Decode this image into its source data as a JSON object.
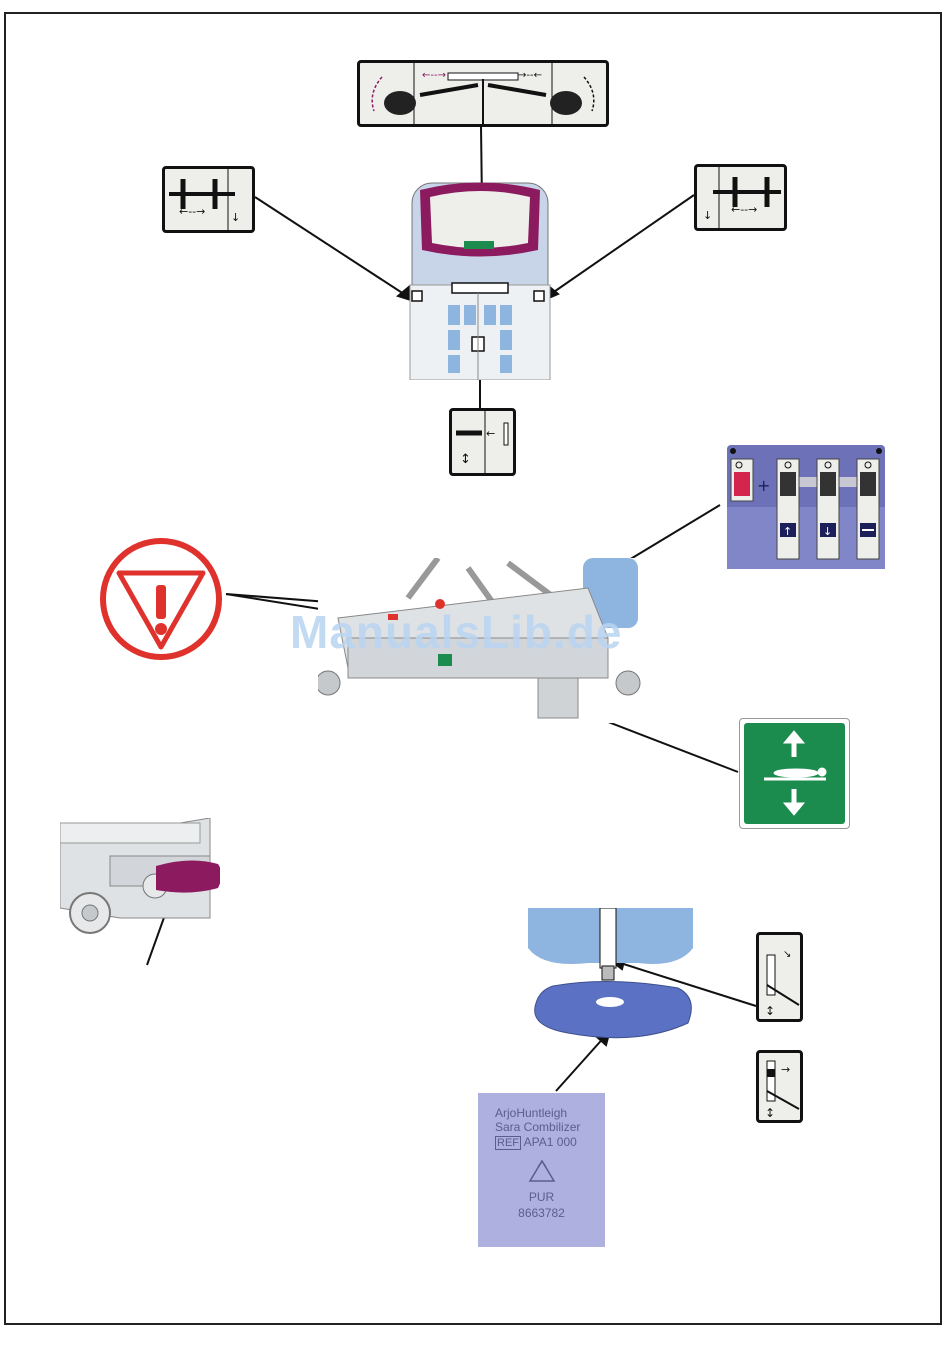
{
  "watermark": "ManualsLib.de",
  "foot_label": {
    "line1": "ArjoHuntleigh",
    "line2": "Sara Combilizer",
    "ref_tag": "REF",
    "ref_value": "APA1 000",
    "material": "PUR",
    "part_number": "8663782"
  },
  "icons": {
    "warning": "warning-triangle-icon",
    "exit": "patient-height-adjust-icon",
    "recycle": "recycle-icon"
  },
  "colors": {
    "warning_red": "#e0322c",
    "panel_blue": "#6d72b8",
    "exit_green": "#1c8c4e",
    "frame_magenta": "#8b1a5f",
    "foot_blue": "#5b72c4",
    "label_purple": "#aeb0e0"
  }
}
